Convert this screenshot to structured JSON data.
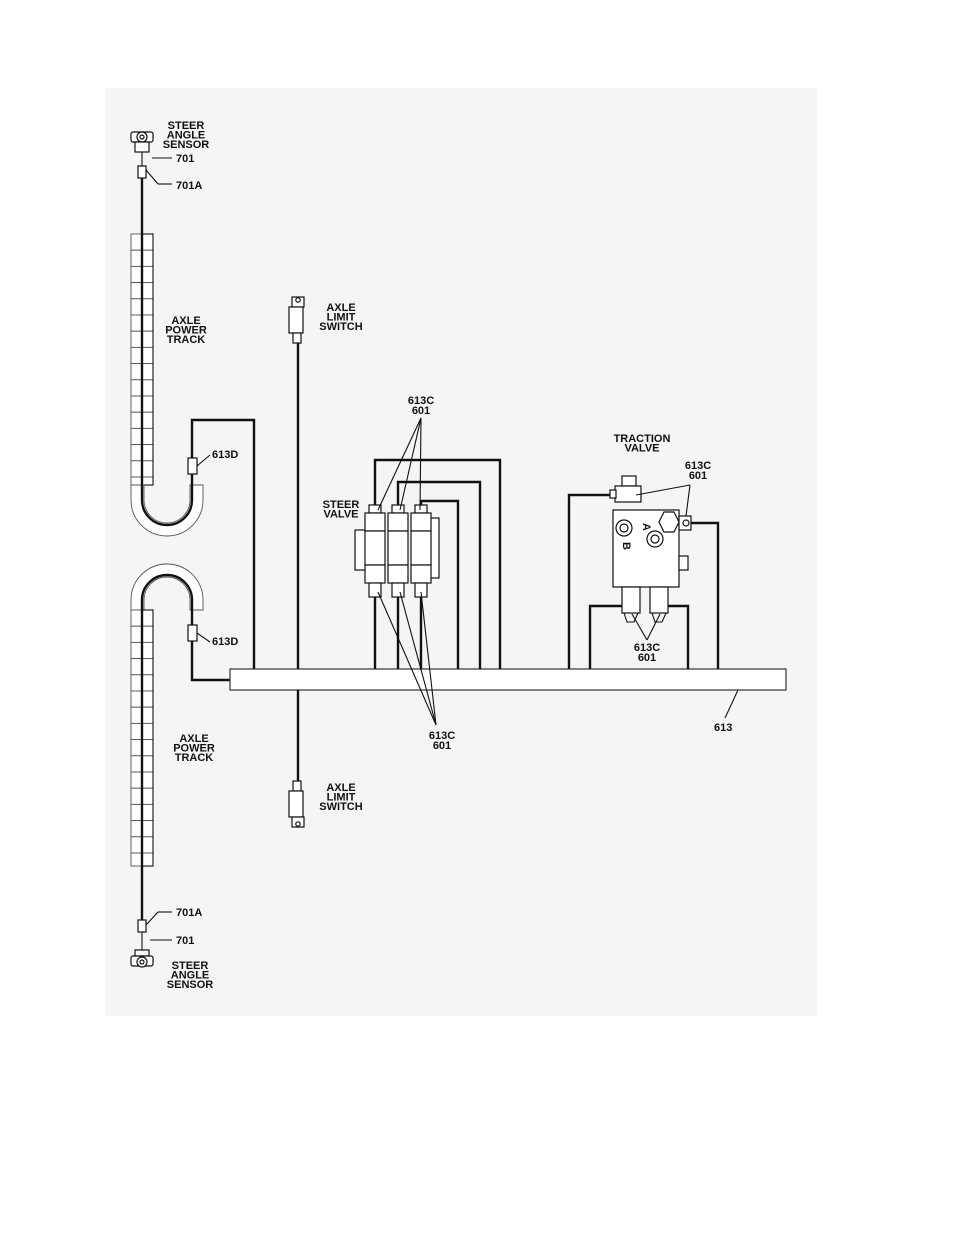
{
  "diagram": {
    "labels": {
      "steer_angle_sensor_top": [
        "STEER",
        "ANGLE",
        "SENSOR"
      ],
      "wire_701_top": "701",
      "wire_701a_top": "701A",
      "axle_power_track_top": [
        "AXLE",
        "POWER",
        "TRACK"
      ],
      "connector_613d_top": "613D",
      "axle_limit_switch_top": [
        "AXLE",
        "LIMIT",
        "SWITCH"
      ],
      "steer_valve_wires": [
        "613C",
        "601"
      ],
      "steer_valve": [
        "STEER",
        "VALVE"
      ],
      "traction_valve": [
        "TRACTION",
        "VALVE"
      ],
      "traction_valve_top_wires": [
        "613C",
        "601"
      ],
      "traction_valve_bottom_wires": [
        "613C",
        "601"
      ],
      "connector_613d_bottom": "613D",
      "axle_power_track_bottom": [
        "AXLE",
        "POWER",
        "TRACK"
      ],
      "steer_valve_bottom_wires": [
        "613C",
        "601"
      ],
      "harness_613": "613",
      "axle_limit_switch_bottom": [
        "AXLE",
        "LIMIT",
        "SWITCH"
      ],
      "wire_701a_bottom": "701A",
      "wire_701_bottom": "701",
      "steer_angle_sensor_bottom": [
        "STEER",
        "ANGLE",
        "SENSOR"
      ]
    },
    "valve_marks": {
      "b": "B",
      "a": "A"
    }
  }
}
